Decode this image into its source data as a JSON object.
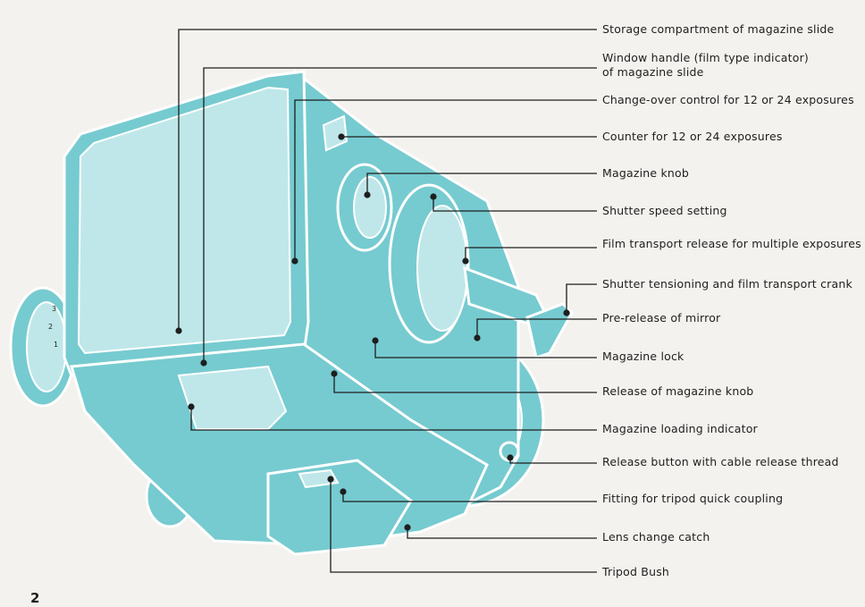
{
  "colors": {
    "camera_fill": "#76cbd0",
    "camera_light": "#bfe7ea",
    "outline": "#ffffff",
    "leader_line": "#1e1e1e",
    "paper": "#f4f2ee"
  },
  "page_number": "2",
  "dial_numbers": [
    "3",
    "2",
    "1"
  ],
  "callouts": [
    {
      "id": "storage",
      "label": "Storage compartment of magazine slide"
    },
    {
      "id": "window-handle",
      "label": "Window handle (film type indicator)\nof magazine slide"
    },
    {
      "id": "changeover",
      "label": "Change-over control for 12 or 24 exposures"
    },
    {
      "id": "counter",
      "label": "Counter for 12 or 24 exposures"
    },
    {
      "id": "magazine-knob",
      "label": "Magazine knob"
    },
    {
      "id": "shutter-speed",
      "label": "Shutter speed setting"
    },
    {
      "id": "film-transport-release",
      "label": "Film transport release for multiple exposures"
    },
    {
      "id": "crank",
      "label": "Shutter tensioning and film transport crank"
    },
    {
      "id": "pre-release",
      "label": "Pre-release of mirror"
    },
    {
      "id": "magazine-lock",
      "label": "Magazine lock"
    },
    {
      "id": "release-magazine-knob",
      "label": "Release of magazine knob"
    },
    {
      "id": "loading-indicator",
      "label": "Magazine loading indicator"
    },
    {
      "id": "release-button",
      "label": "Release button with cable release thread"
    },
    {
      "id": "tripod-coupling",
      "label": "Fitting for tripod quick coupling"
    },
    {
      "id": "lens-catch",
      "label": "Lens change catch"
    },
    {
      "id": "tripod-bush",
      "label": "Tripod Bush"
    }
  ]
}
